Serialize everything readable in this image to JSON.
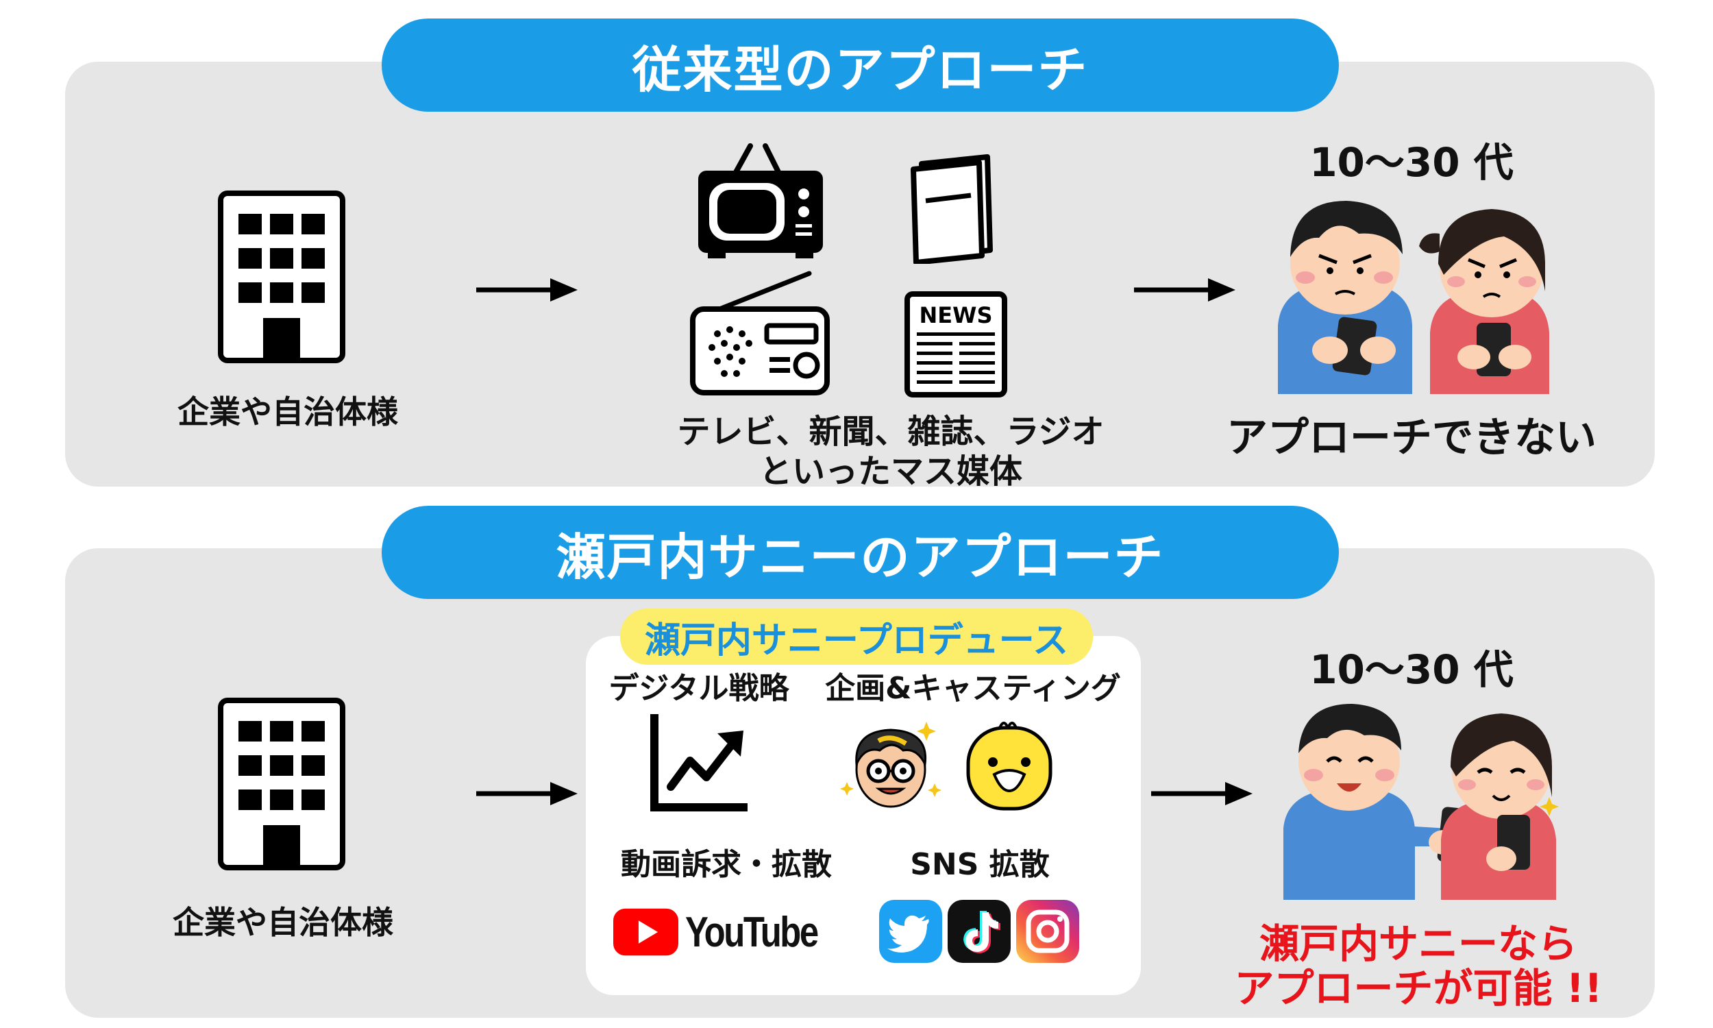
{
  "traditional": {
    "title": "従来型のアプローチ",
    "client_label": "企業や自治体様",
    "media_label_line1": "テレビ、新聞、雑誌、ラジオ",
    "media_label_line2": "といったマス媒体",
    "newspaper_text": "NEWS",
    "audience_label": "10〜30 代",
    "result_label": "アプローチできない"
  },
  "setouchi": {
    "title": "瀬戸内サニーのアプローチ",
    "client_label": "企業や自治体様",
    "produce_label": "瀬戸内サニープロデュース",
    "digital_strategy": "デジタル戦略",
    "planning_casting": "企画&キャスティング",
    "video_promotion": "動画訴求・拡散",
    "sns_spread": "SNS 拡散",
    "youtube_text": "YouTube",
    "audience_label": "10〜30 代",
    "result_line1": "瀬戸内サニーなら",
    "result_line2": "アプローチが可能 !!"
  },
  "colors": {
    "banner_blue": "#1a9de6",
    "panel_gray": "#e6e6e6",
    "produce_yellow": "#fcee6a",
    "result_red": "#e8141b",
    "youtube_red": "#ff0000",
    "twitter_blue": "#1da1f2"
  },
  "icons": [
    "building-icon",
    "arrow-icon",
    "tv-icon",
    "magazine-icon",
    "radio-icon",
    "newspaper-icon",
    "frowning-people-icon",
    "chart-up-icon",
    "host-avatar-icon",
    "duck-mascot-icon",
    "youtube-icon",
    "twitter-icon",
    "tiktok-icon",
    "instagram-icon",
    "smiling-people-icon"
  ]
}
